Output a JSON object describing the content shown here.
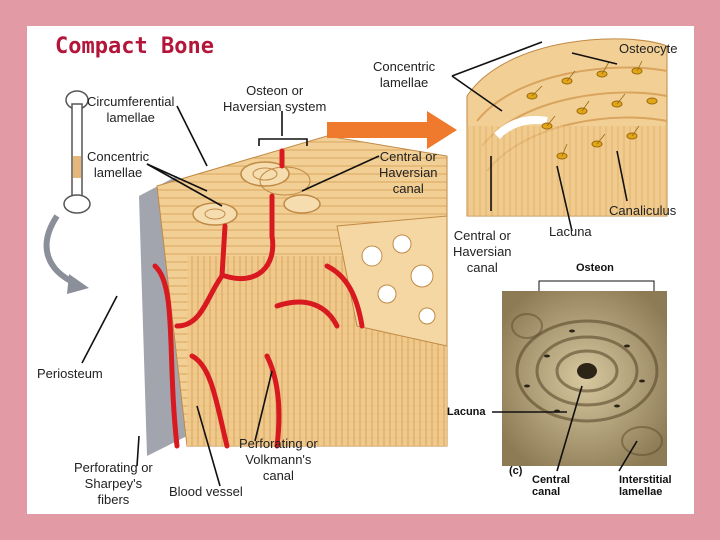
{
  "title": "Compact Bone",
  "labels": {
    "circumferential_lamellae": [
      "Circumferential",
      "lamellae"
    ],
    "osteon": [
      "Osteon or",
      "Haversian system"
    ],
    "concentric_lamellae_top": [
      "Concentric",
      "lamellae"
    ],
    "osteocyte": "Osteocyte",
    "concentric_lamellae_left": [
      "Concentric",
      "lamellae"
    ],
    "central_canal_upper": [
      "Central or",
      "Haversian",
      "canal"
    ],
    "canaliculus": "Canaliculus",
    "central_canal_lower": [
      "Central or",
      "Haversian",
      "canal"
    ],
    "lacuna": "Lacuna",
    "periosteum": "Periosteum",
    "perforating_volkmann": [
      "Perforating or",
      "Volkmann's",
      "canal"
    ],
    "perforating_sharpey": [
      "Perforating or",
      "Sharpey's",
      "fibers"
    ],
    "blood_vessel": "Blood vessel"
  },
  "micrograph": {
    "osteon": "Osteon",
    "lacuna": "Lacuna",
    "panel": "(c)",
    "central_canal": [
      "Central",
      "canal"
    ],
    "interstitial_lamellae": [
      "Interstitial",
      "lamellae"
    ]
  },
  "colors": {
    "background": "#e29aa5",
    "title": "#b3163a",
    "bone": "#f2cf95",
    "bone_dark": "#d9a45d",
    "blood_vessel": "#d8191f",
    "osteocyte": "#e2a516",
    "periosteum": "#8b8f99",
    "arrow": "#ef7a2e"
  }
}
